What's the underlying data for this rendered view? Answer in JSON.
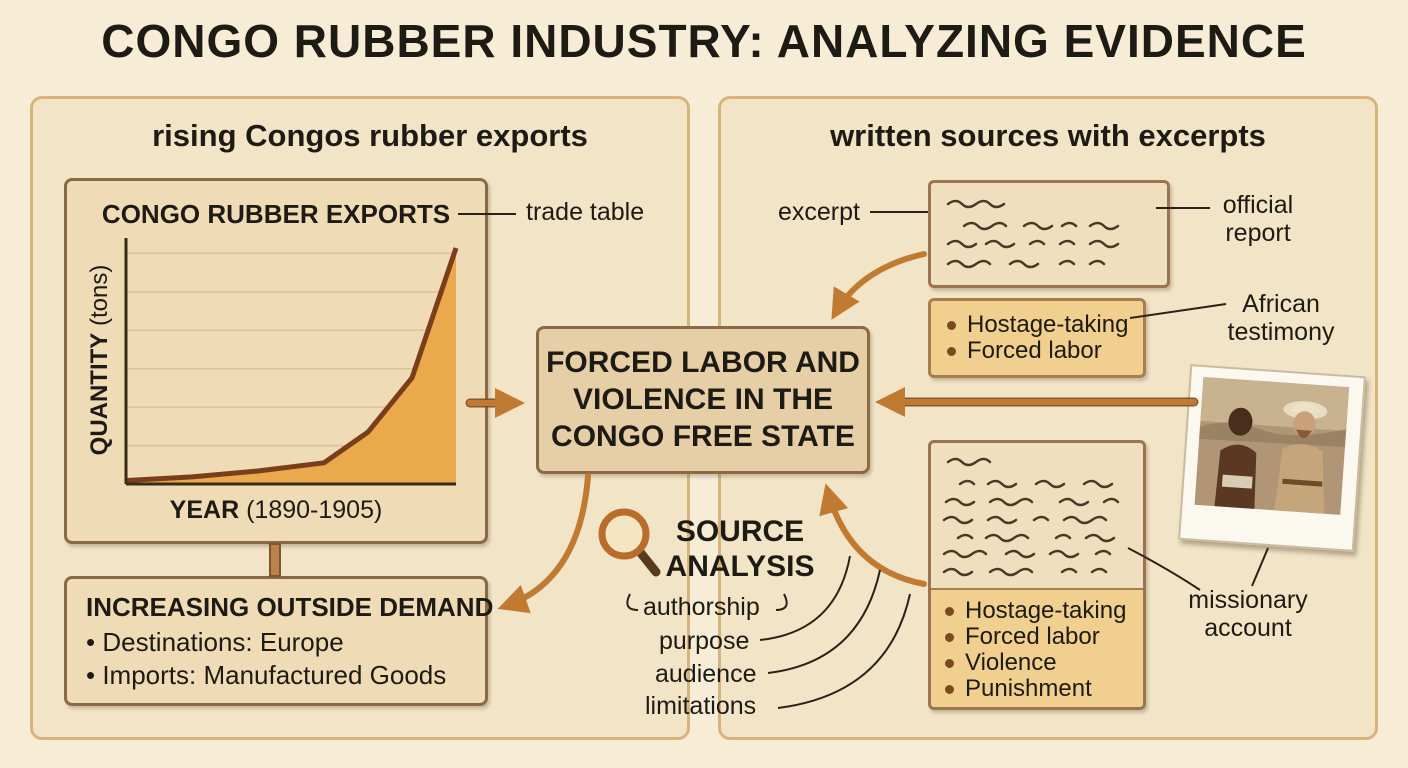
{
  "title": "CONGO RUBBER INDUSTRY: ANALYZING EVIDENCE",
  "left_panel": {
    "title": "rising Congos rubber exports",
    "trade_label": "trade table",
    "demand": {
      "heading": "INCREASING OUTSIDE DEMAND",
      "items": [
        "Destinations: Europe",
        "Imports: Manufactured Goods"
      ]
    }
  },
  "chart_data": {
    "type": "area",
    "title": "CONGO RUBBER EXPORTS",
    "xlabel_bold": "YEAR",
    "xlabel_range": "(1890-1905)",
    "ylabel_bold": "QUANTITY",
    "ylabel_unit": "(tons)",
    "x": [
      1890,
      1893,
      1896,
      1899,
      1901,
      1903,
      1905
    ],
    "y": [
      1.5,
      3,
      5.5,
      9,
      22,
      45,
      100
    ],
    "ylim": [
      0,
      100
    ],
    "grid": true,
    "fill": "#eaa94a",
    "line": "#7a3f1a"
  },
  "center": {
    "title_lines": [
      "FORCED LABOR AND",
      "VIOLENCE IN THE",
      "CONGO FREE STATE"
    ],
    "analysis_lines": [
      "SOURCE",
      "ANALYSIS"
    ],
    "criteria": [
      "authorship",
      "purpose",
      "audience",
      "limitations"
    ]
  },
  "right_panel": {
    "title": "written sources with excerpts",
    "excerpt_label": "excerpt",
    "official_label": [
      "official",
      "report"
    ],
    "african_label": [
      "African",
      "testimony"
    ],
    "missionary_label": [
      "missionary",
      "account"
    ],
    "testimony_tags": [
      "Hostage-taking",
      "Forced labor"
    ],
    "missionary_tags": [
      "Hostage-taking",
      "Forced labor",
      "Violence",
      "Punishment"
    ]
  },
  "colors": {
    "arrow": "#c07a32",
    "leader": "#2a2118",
    "background": "#f7ecd6"
  }
}
